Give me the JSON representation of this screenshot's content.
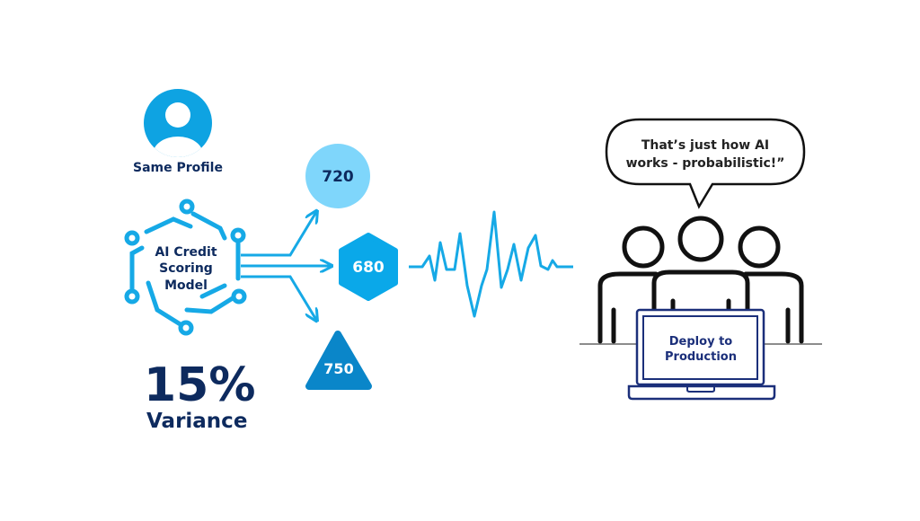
{
  "profile": {
    "label": "Same Profile",
    "icon": "user-avatar-icon"
  },
  "model": {
    "lines": [
      "AI Credit",
      "Scoring",
      "Model"
    ]
  },
  "scores": [
    {
      "value": "720",
      "shape": "circle",
      "color": "#7fd6fb"
    },
    {
      "value": "680",
      "shape": "hexagon",
      "color": "#0aa8e9"
    },
    {
      "value": "750",
      "shape": "triangle",
      "color": "#0a86c9"
    }
  ],
  "variance": {
    "percent": "15%",
    "label": "Variance"
  },
  "speech": {
    "lines": [
      "That’s just how AI",
      "works - probabilistic!”"
    ]
  },
  "laptop": {
    "lines": [
      "Deploy to",
      "Production"
    ]
  },
  "colors": {
    "accent": "#16a9e6",
    "navy": "#0d2a5e",
    "laptop": "#1b2f7a"
  }
}
